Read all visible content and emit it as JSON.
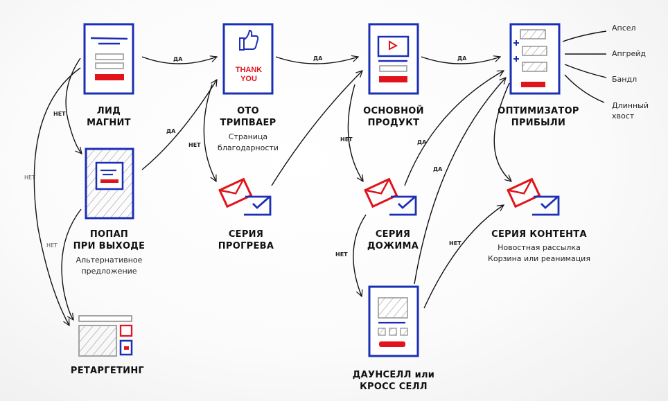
{
  "diagram": {
    "type": "sales-funnel-flowchart",
    "colors": {
      "blue": "#1a2fb5",
      "red": "#e0141a",
      "gray": "#9a9a9a",
      "ink": "#111111"
    },
    "nodes": {
      "lead_magnet": {
        "title_line1": "ЛИД",
        "title_line2": "МАГНИТ",
        "icon": "landing-page-form-icon"
      },
      "tripwire": {
        "title_line1": "ОТО",
        "title_line2": "ТРИПВАЕР",
        "subtitle_line1": "Страница",
        "subtitle_line2": "благодарности",
        "icon_text_line1": "THANK",
        "icon_text_line2": "YOU",
        "icon": "thumbs-up-thank-you-icon"
      },
      "core_product": {
        "title_line1": "ОСНОВНОЙ",
        "title_line2": "ПРОДУКТ",
        "icon": "video-sales-page-icon"
      },
      "profit_maximizer": {
        "title_line1": "ОПТИМИЗАТОР",
        "title_line2": "ПРИБЫЛИ",
        "icon": "order-bump-page-icon"
      },
      "exit_popup": {
        "title_line1": "ПОПАП",
        "title_line2": "ПРИ ВЫХОДЕ",
        "subtitle_line1": "Альтернативное",
        "subtitle_line2": "предложение",
        "icon": "popup-overlay-icon"
      },
      "warmup_series": {
        "title_line1": "СЕРИЯ",
        "title_line2": "ПРОГРЕВА",
        "icon": "email-envelopes-icon"
      },
      "closing_series": {
        "title_line1": "СЕРИЯ",
        "title_line2": "ДОЖИМА",
        "icon": "email-envelopes-icon"
      },
      "content_series": {
        "title_line1": "СЕРИЯ КОНТЕНТА",
        "subtitle_line1": "Новостная рассылка",
        "subtitle_line2": "Корзина или реанимация",
        "icon": "email-envelopes-icon"
      },
      "retargeting": {
        "title_line1": "РЕТАРГЕТИНГ",
        "icon": "retargeting-ads-icon"
      },
      "downsell": {
        "title_line1": "ДАУНСЕЛЛ или",
        "title_line2": "КРОСС СЕЛЛ",
        "icon": "product-grid-page-icon"
      }
    },
    "branches": [
      "Апсел",
      "Апгрейд",
      "Бандл",
      "Длинный",
      "хвост"
    ],
    "edge_labels": {
      "yes": "ДА",
      "no": "НЕТ"
    },
    "edges": [
      {
        "from": "lead_magnet",
        "to": "tripwire",
        "label": "ДА"
      },
      {
        "from": "tripwire",
        "to": "core_product",
        "label": "ДА"
      },
      {
        "from": "core_product",
        "to": "profit_maximizer",
        "label": "ДА"
      },
      {
        "from": "lead_magnet",
        "to": "exit_popup",
        "label": "НЕТ"
      },
      {
        "from": "lead_magnet",
        "to": "retargeting",
        "label": "НЕТ"
      },
      {
        "from": "exit_popup",
        "to": "tripwire",
        "label": "ДА"
      },
      {
        "from": "exit_popup",
        "to": "retargeting",
        "label": "НЕТ"
      },
      {
        "from": "tripwire",
        "to": "warmup_series",
        "label": "НЕТ"
      },
      {
        "from": "warmup_series",
        "to": "core_product",
        "label": ""
      },
      {
        "from": "core_product",
        "to": "closing_series",
        "label": "НЕТ"
      },
      {
        "from": "closing_series",
        "to": "profit_maximizer",
        "label": "ДА"
      },
      {
        "from": "closing_series",
        "to": "downsell",
        "label": "НЕТ"
      },
      {
        "from": "downsell",
        "to": "profit_maximizer",
        "label": "ДА"
      },
      {
        "from": "downsell",
        "to": "content_series",
        "label": "НЕТ"
      },
      {
        "from": "profit_maximizer",
        "to": "content_series",
        "label": ""
      }
    ]
  }
}
